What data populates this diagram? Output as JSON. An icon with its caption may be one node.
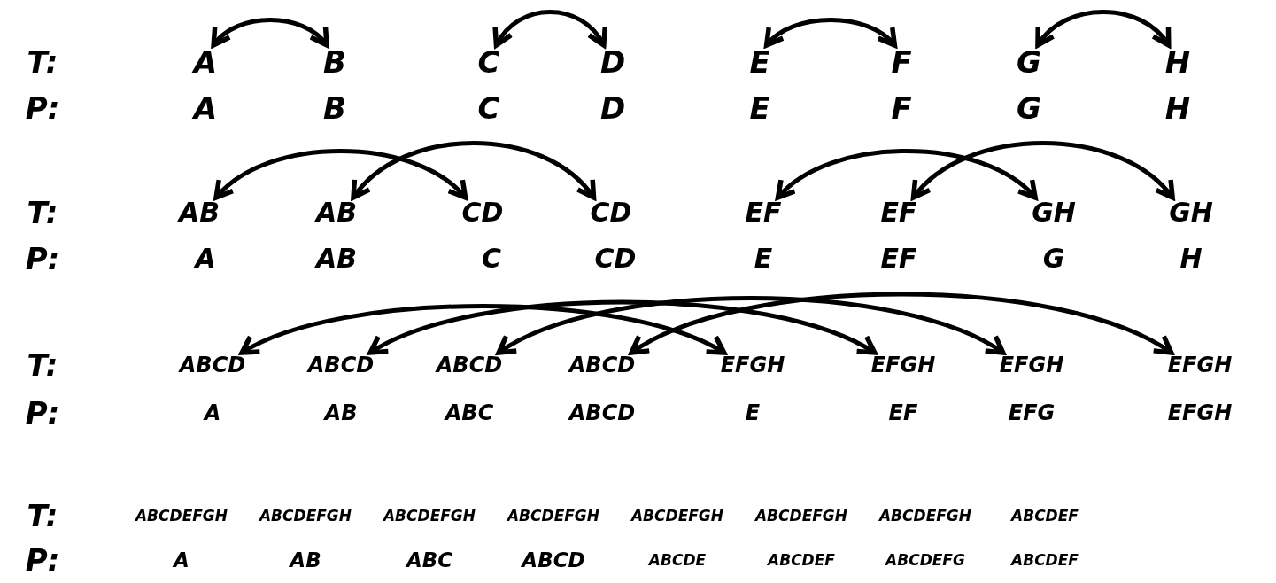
{
  "diagram": {
    "nodes": [
      {
        "text": [
          "A"
        ]
      },
      {
        "text": [
          "B"
        ]
      },
      {
        "text": [
          "C"
        ]
      },
      {
        "text": [
          "D"
        ]
      },
      {
        "text": [
          "E"
        ]
      },
      {
        "text": [
          "F"
        ]
      },
      {
        "text": [
          "G"
        ]
      },
      {
        "text": [
          "H"
        ]
      },
      {
        "text": [
          "AB"
        ]
      },
      {
        "text": [
          "AB"
        ]
      },
      {
        "text": [
          "CD"
        ]
      },
      {
        "text": [
          "CD"
        ]
      },
      {
        "text": [
          "EF"
        ]
      },
      {
        "text": [
          "EF"
        ]
      },
      {
        "text": [
          "GH"
        ]
      },
      {
        "text": [
          "GH"
        ]
      },
      {
        "text": [
          "ABCD"
        ]
      },
      {
        "text": [
          "ABCD"
        ]
      },
      {
        "text": [
          "ABCD"
        ]
      },
      {
        "text": [
          "ABCD"
        ]
      },
      {
        "text": [
          "EFGH"
        ]
      },
      {
        "text": [
          "EFGH"
        ]
      },
      {
        "text": [
          "EFGH"
        ]
      },
      {
        "text": [
          "EFGH"
        ]
      }
    ],
    "edges": [
      {
        "from": 0,
        "to": 1,
        "arrow": "both"
      },
      {
        "from": 2,
        "to": 3,
        "arrow": "both"
      },
      {
        "from": 4,
        "to": 5,
        "arrow": "both"
      },
      {
        "from": 6,
        "to": 7,
        "arrow": "both"
      },
      {
        "from": 8,
        "to": 10,
        "arrow": "both"
      },
      {
        "from": 9,
        "to": 11,
        "arrow": "both"
      },
      {
        "from": 12,
        "to": 14,
        "arrow": "both"
      },
      {
        "from": 13,
        "to": 15,
        "arrow": "both"
      },
      {
        "from": 16,
        "to": 20,
        "arrow": "both"
      },
      {
        "from": 17,
        "to": 21,
        "arrow": "both"
      },
      {
        "from": 18,
        "to": 22,
        "arrow": "both"
      },
      {
        "from": 19,
        "to": 23,
        "arrow": "both"
      }
    ],
    "labels": [
      "T:",
      "P:",
      "A",
      "B",
      "C",
      "D",
      "E",
      "F",
      "G",
      "H",
      "T:",
      "P:",
      "A",
      "AB",
      "C",
      "CD",
      "E",
      "EF",
      "G",
      "H",
      "T:",
      "P:",
      "A",
      "AB",
      "ABC",
      "ABCD",
      "E",
      "EF",
      "EFG",
      "EFGH",
      "T:",
      "ABCDEFGH",
      "ABCDEFGH",
      "ABCDEFGH",
      "ABCDEFGH",
      "ABCDEFGH",
      "ABCDEFGH",
      "ABCDEFGH",
      "ABCDEF",
      "P:",
      "A",
      "AB",
      "ABC",
      "ABCD",
      "ABCDE",
      "ABCDEF",
      "ABCDEFG",
      "ABCDEF"
    ]
  }
}
